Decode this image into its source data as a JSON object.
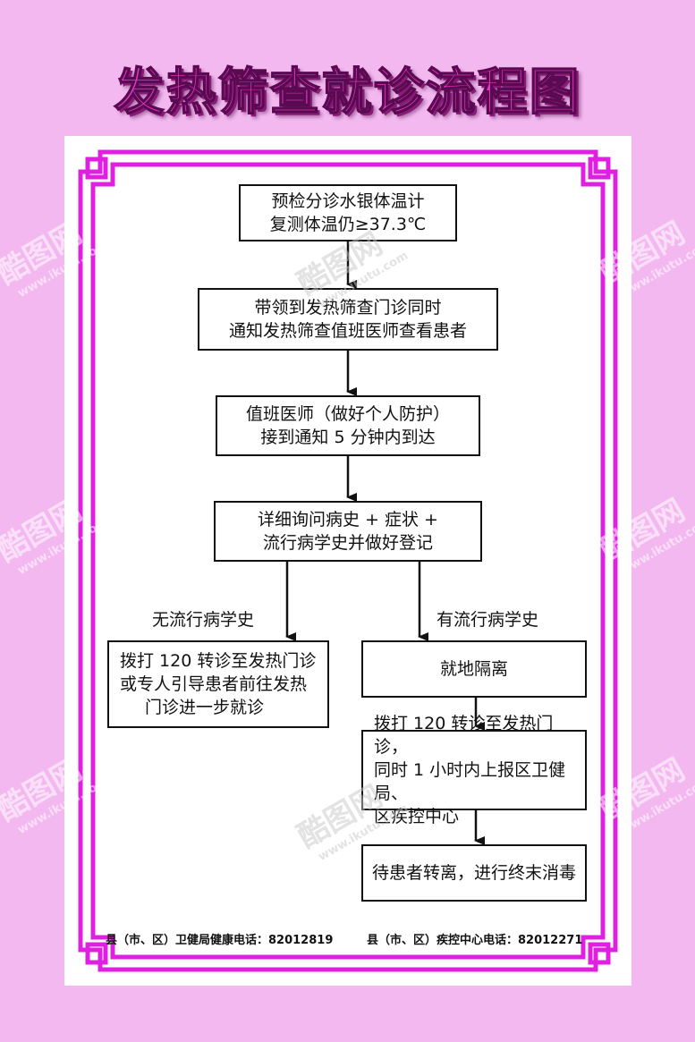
{
  "title": "发热筛查就诊流程图",
  "nodes": {
    "n1": [
      "预检分诊水银体温计",
      "复测体温仍≥37.3℃"
    ],
    "n2": [
      "带领到发热筛查门诊同时",
      "通知发热筛查值班医师查看患者"
    ],
    "n3": [
      "值班医师（做好个人防护）",
      "接到通知 5 分钟内到达"
    ],
    "n4": [
      "详细询问病史 + 症状 +",
      "流行病学史并做好登记"
    ],
    "n5": [
      "拨打 120 转诊至发热门诊",
      "或专人引导患者前往发热",
      "门诊进一步就诊"
    ],
    "n6": [
      "就地隔离"
    ],
    "n7": [
      "拨打 120 转诊至发热门诊，",
      "同时 1 小时内上报区卫健局、",
      "区疾控中心"
    ],
    "n8": [
      "待患者转离，进行终末消毒"
    ]
  },
  "edge_labels": {
    "no_history": "无流行病学史",
    "has_history": "有流行病学史"
  },
  "footer": {
    "left": "县（市、区）卫健局健康电话：82012819",
    "right": "县（市、区）疾控中心电话：82012271"
  },
  "watermark": {
    "brand": "酷图网",
    "url": "www.ikutu.com"
  },
  "colors": {
    "background": "#f4b8f0",
    "frame": "#e020e0",
    "title": "#e838c8"
  }
}
